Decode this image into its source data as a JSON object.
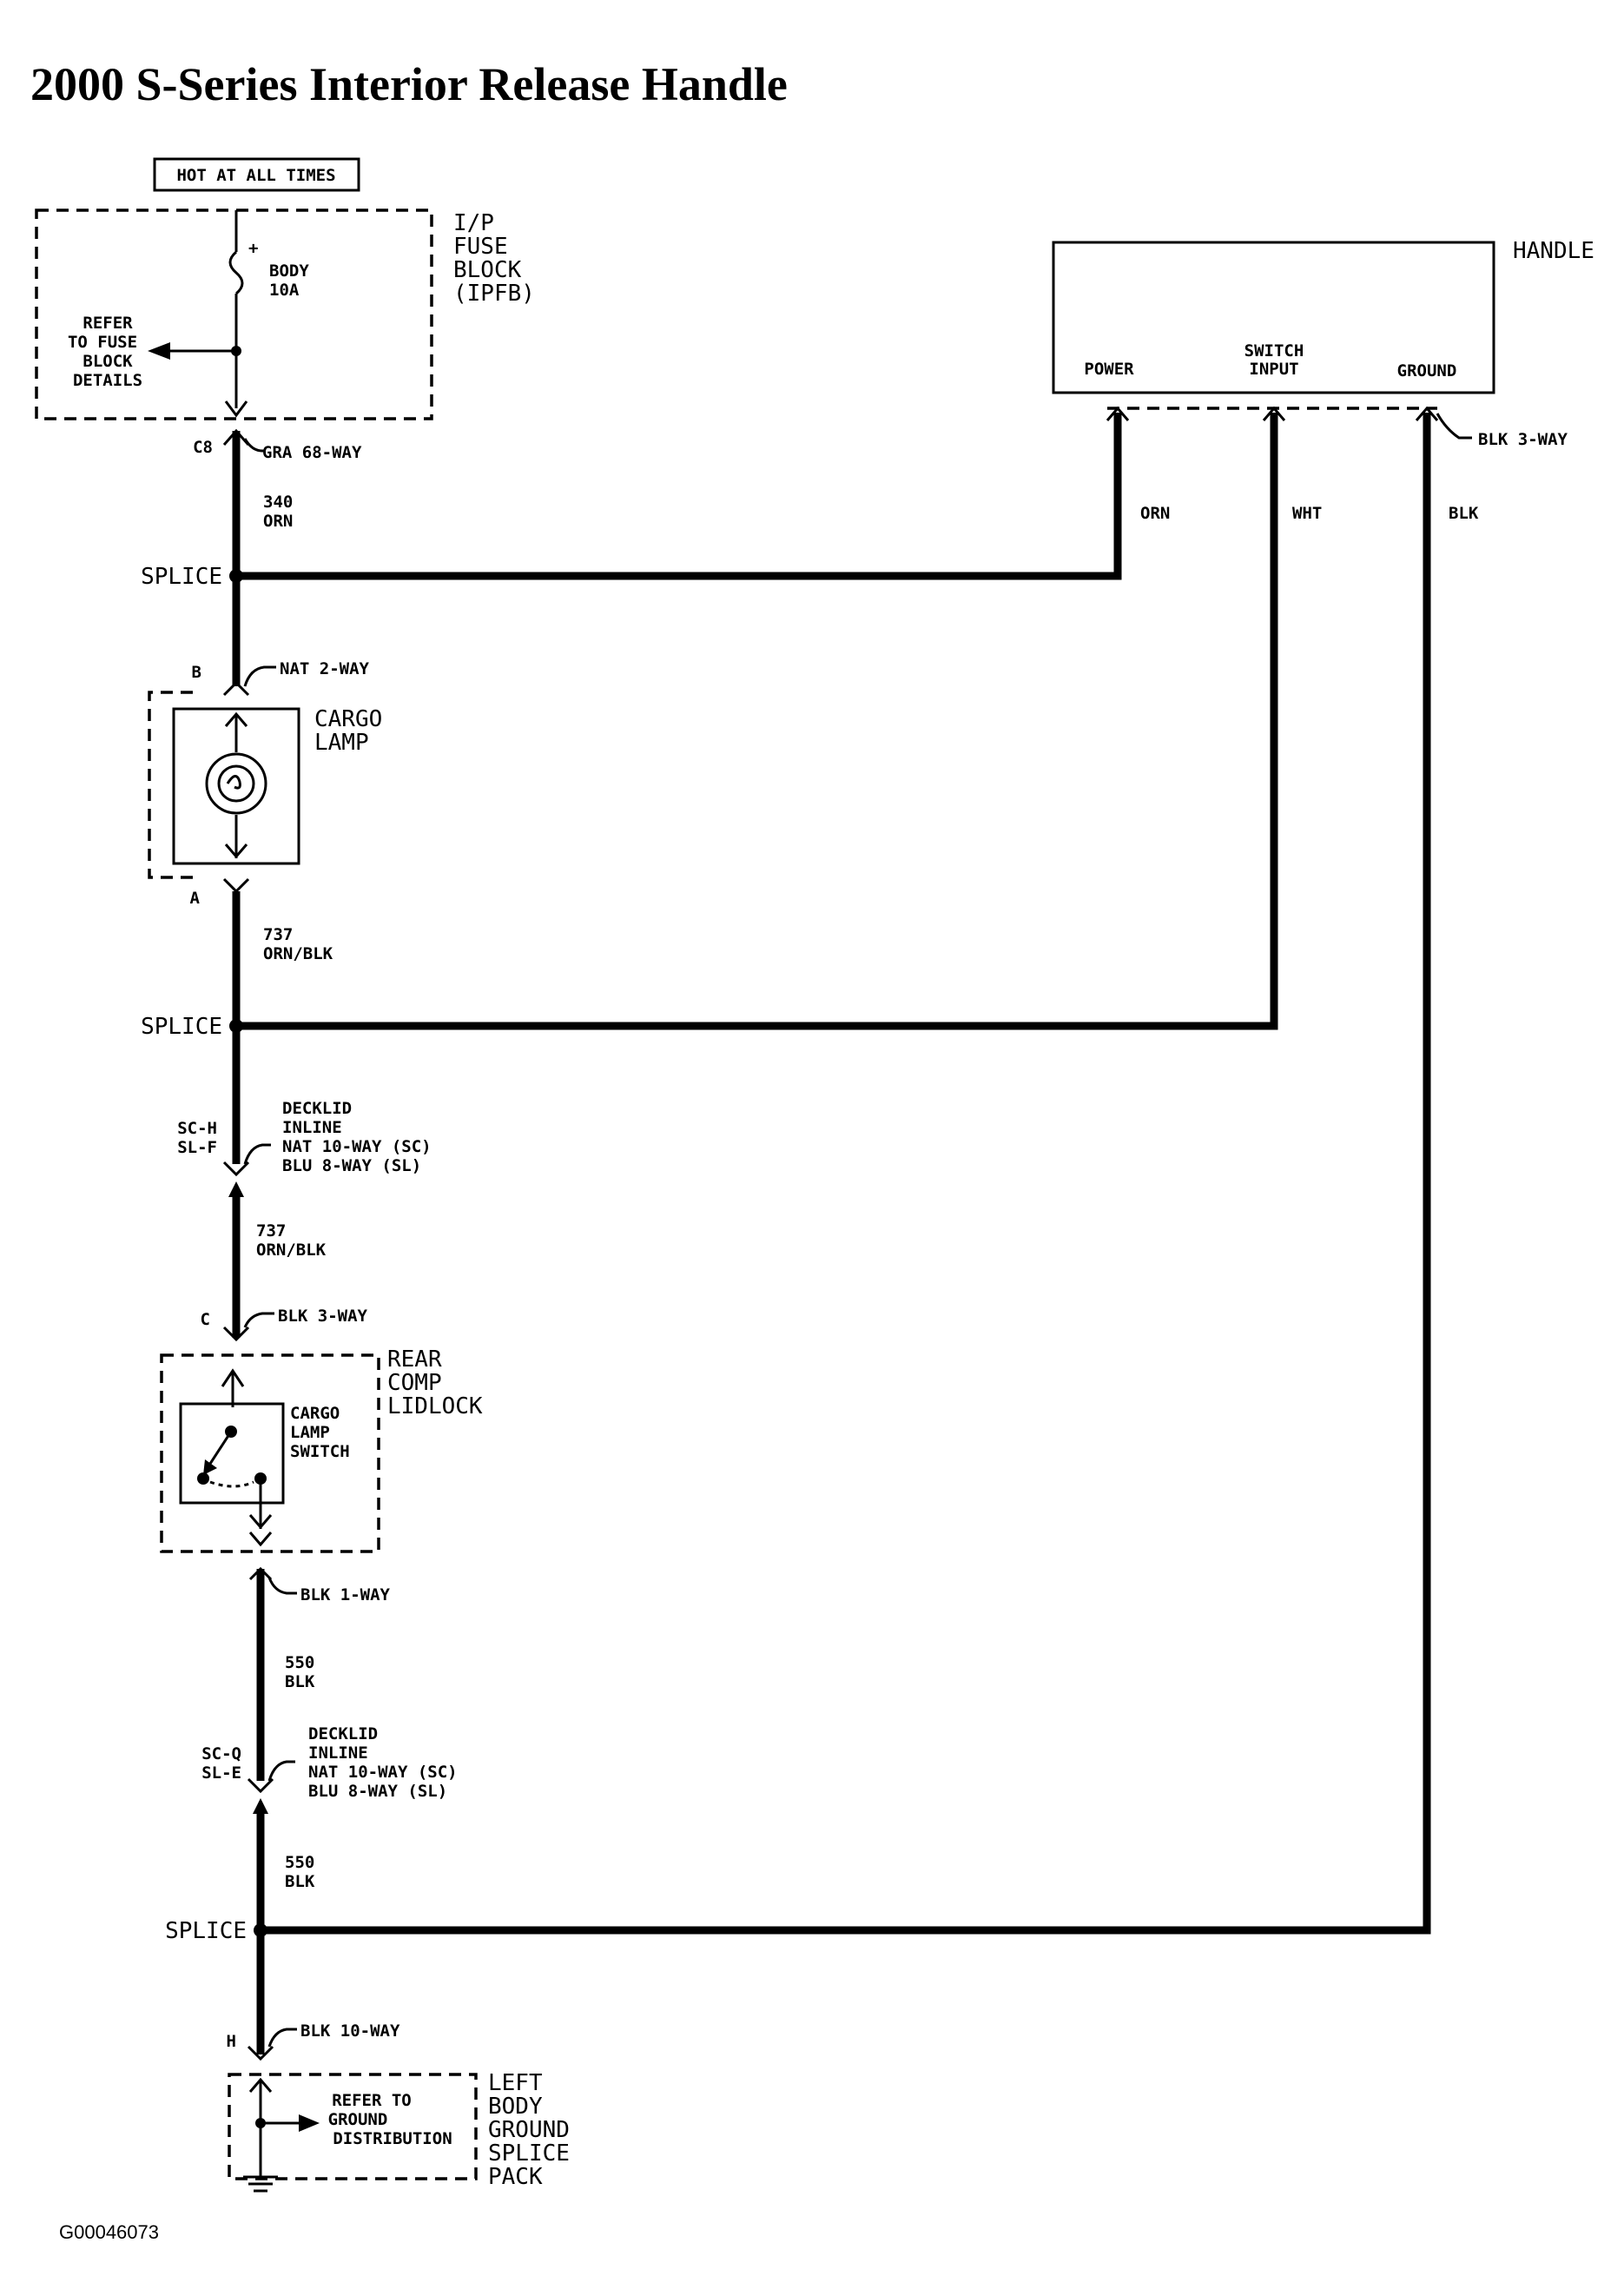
{
  "title": "2000 S-Series Interior Release Handle",
  "figure_id": "G00046073",
  "fuse_block": {
    "hot_label": "HOT AT ALL TIMES",
    "name": [
      "I/P",
      "FUSE",
      "BLOCK",
      "(IPFB)"
    ],
    "fuse": [
      "BODY",
      "10A"
    ],
    "plus": "+",
    "refer": [
      "REFER",
      "TO FUSE",
      "BLOCK",
      "DETAILS"
    ],
    "connector_pin": "C8",
    "connector_desc": "GRA 68-WAY"
  },
  "wires": {
    "w340": [
      "340",
      "ORN"
    ],
    "w737a": [
      "737",
      "ORN/BLK"
    ],
    "w737b": [
      "737",
      "ORN/BLK"
    ],
    "w550a": [
      "550",
      "BLK"
    ],
    "w550b": [
      "550",
      "BLK"
    ],
    "orn": "ORN",
    "wht": "WHT",
    "blk": "BLK"
  },
  "splices": [
    "SPLICE",
    "SPLICE",
    "SPLICE"
  ],
  "handle": {
    "name": "HANDLE",
    "power": "POWER",
    "switch_input": [
      "SWITCH",
      "INPUT"
    ],
    "ground": "GROUND",
    "connector_desc": "BLK 3-WAY"
  },
  "cargo_lamp": {
    "name": [
      "CARGO",
      "LAMP"
    ],
    "pin_top": "B",
    "pin_bottom": "A",
    "connector_desc": "NAT 2-WAY"
  },
  "inline1": {
    "pins": [
      "SC-H",
      "SL-F"
    ],
    "desc": [
      "DECKLID",
      "INLINE",
      "NAT 10-WAY (SC)",
      "BLU 8-WAY (SL)"
    ]
  },
  "lidlock": {
    "name": [
      "REAR",
      "COMP",
      "LIDLOCK"
    ],
    "switch_name": [
      "CARGO",
      "LAMP",
      "SWITCH"
    ],
    "pin": "C",
    "connector_desc": "BLK 3-WAY",
    "bottom_connector": "BLK 1-WAY"
  },
  "inline2": {
    "pins": [
      "SC-Q",
      "SL-E"
    ],
    "desc": [
      "DECKLID",
      "INLINE",
      "NAT 10-WAY (SC)",
      "BLU 8-WAY (SL)"
    ]
  },
  "ground_pack": {
    "pin": "H",
    "connector_desc": "BLK 10-WAY",
    "refer": [
      "REFER TO",
      "GROUND",
      "DISTRIBUTION"
    ],
    "name": [
      "LEFT",
      "BODY",
      "GROUND",
      "SPLICE",
      "PACK"
    ]
  }
}
